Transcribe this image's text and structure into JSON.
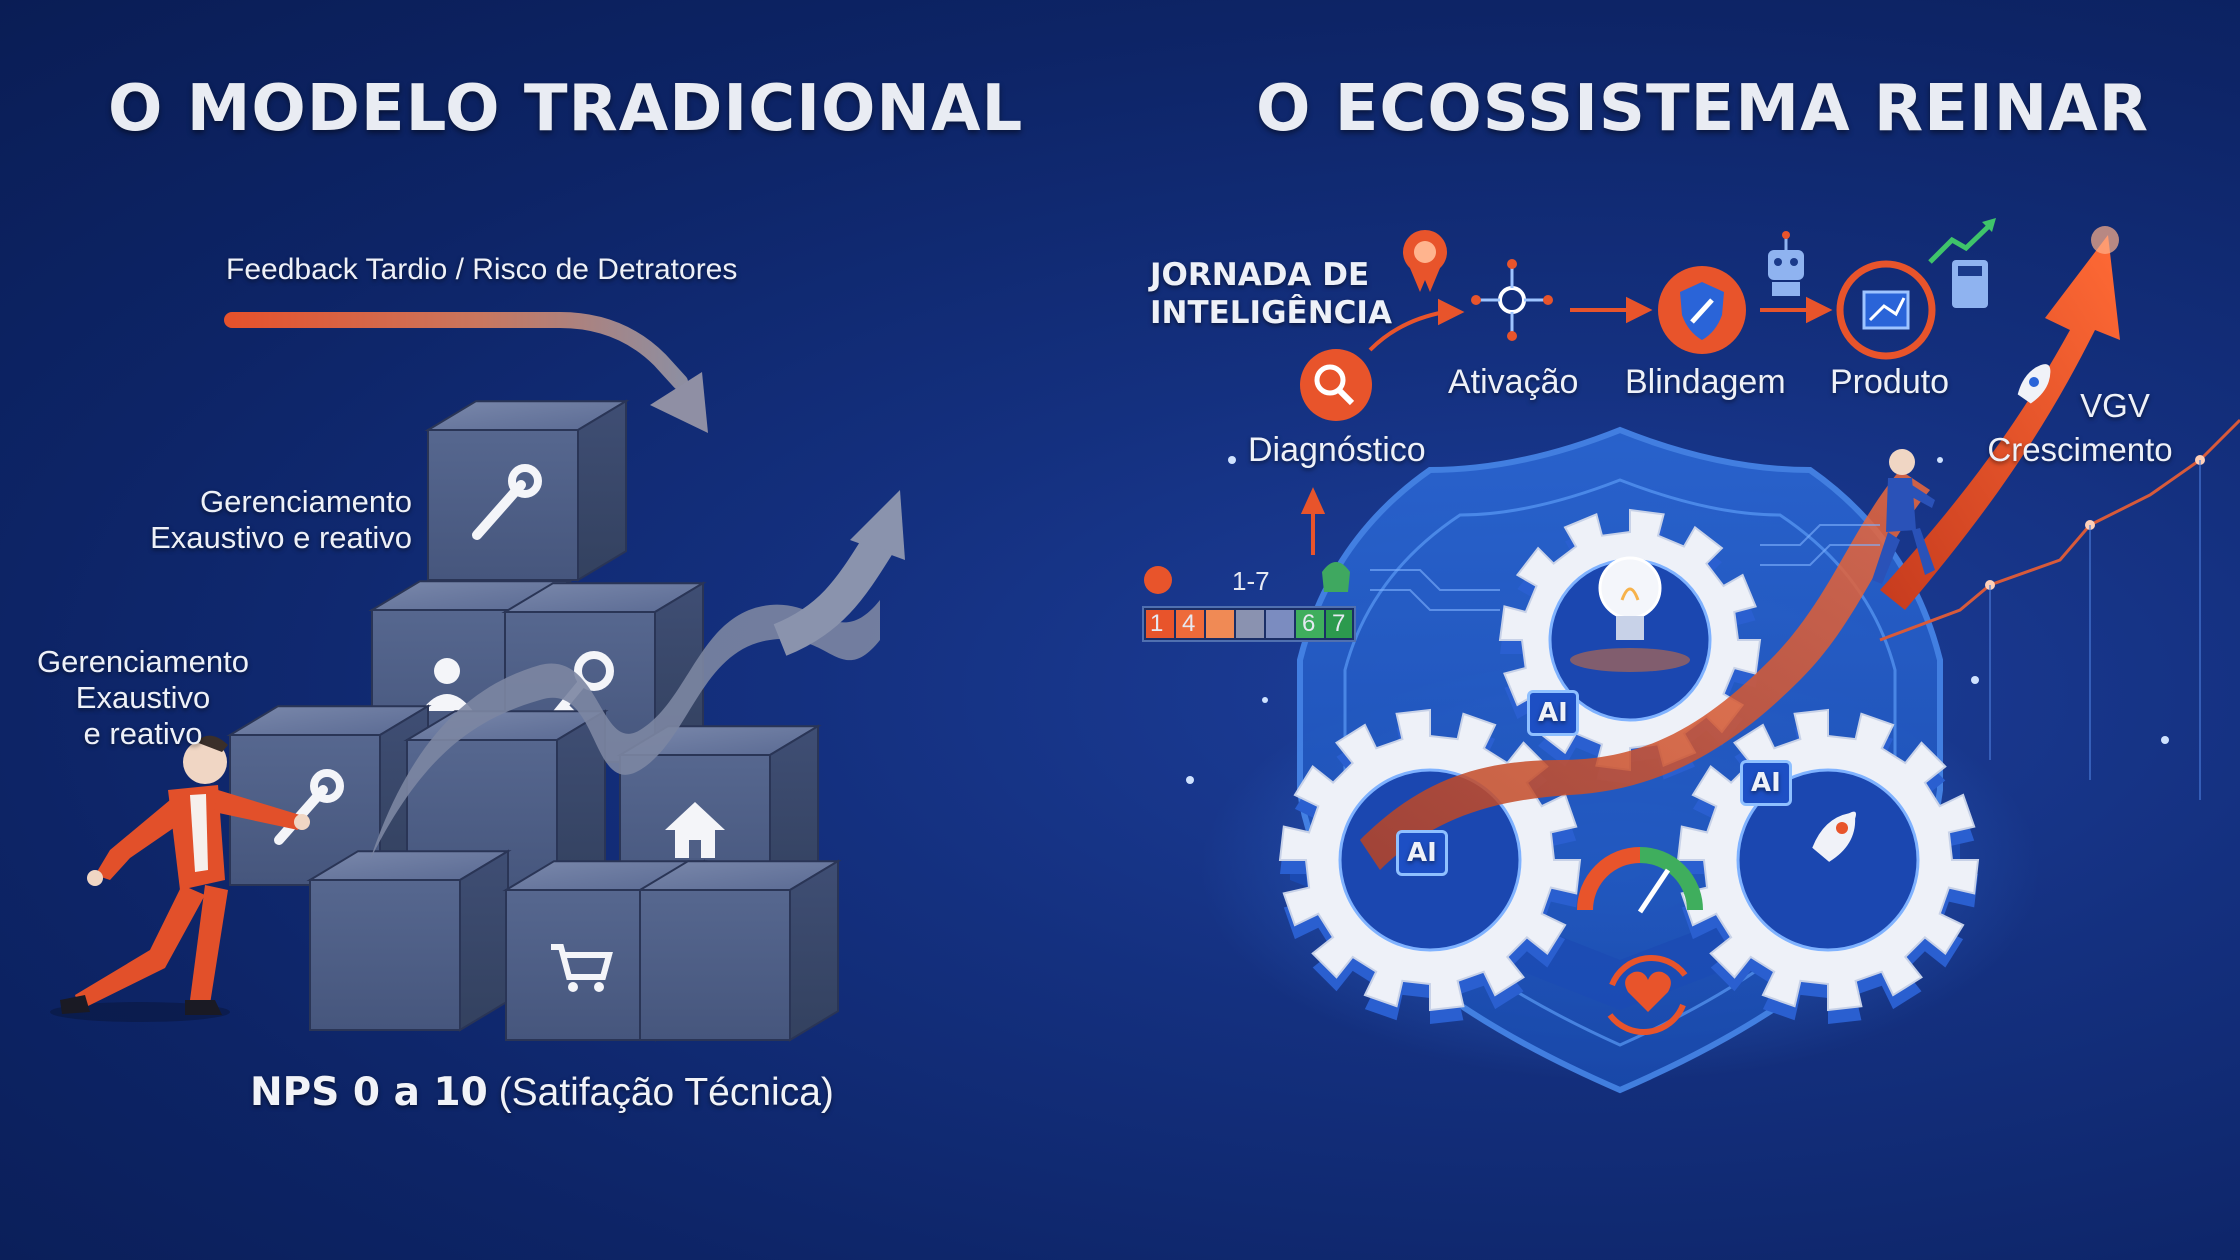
{
  "left": {
    "title": "O MODELO TRADICIONAL",
    "feedback_label": "Feedback Tardio / Risco de Detratores",
    "label_upper": [
      "Gerenciamento",
      "Exaustivo e reativo"
    ],
    "label_lower": [
      "Gerenciamento",
      "Exaustivo",
      "e reativo"
    ],
    "nps_bold": "NPS 0 a 10",
    "nps_rest": "(Satifação Técnica)",
    "cube_icons": [
      "wrench-icon",
      "user-icon",
      "key-icon",
      "wrench-icon",
      "house-icon",
      "cart-icon"
    ]
  },
  "right": {
    "title": "O ECOSSISTEMA REINAR",
    "journey_label": [
      "JORNADA DE",
      "INTELIGÊNCIA"
    ],
    "stages": [
      "Diagnóstico",
      "Ativação",
      "Blindagem",
      "Produto"
    ],
    "stage_icons": [
      "magnifier-icon",
      "network-icon",
      "shield-wrench-icon",
      "blueprint-icon"
    ],
    "growth_label": [
      "VGV",
      "Crescimento"
    ],
    "scale": {
      "range_label": "1-7",
      "digits_left": [
        "1",
        "4"
      ],
      "digits_right": [
        "6",
        "7"
      ]
    },
    "gear_badges": [
      "AI",
      "AI",
      "AI"
    ],
    "colors": {
      "orange": "#e8542b",
      "blue": "#2a64d8",
      "cube": "#4f5f86"
    }
  }
}
